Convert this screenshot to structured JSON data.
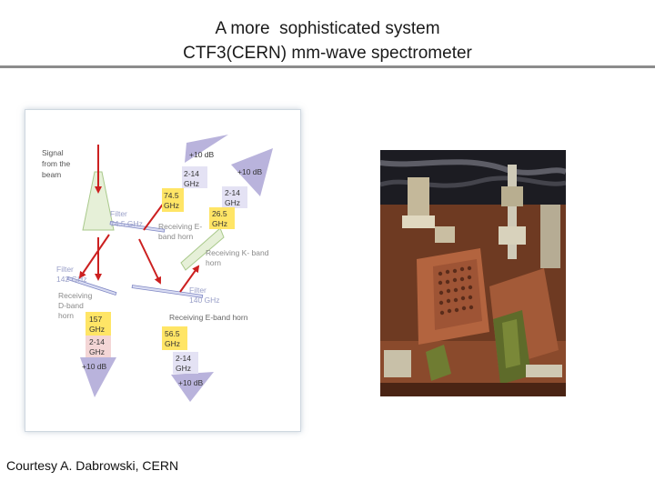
{
  "slide": {
    "title_line1": "A more  sophisticated system",
    "title_line2": "CTF3(CERN) mm-wave spectrometer",
    "caption": "Courtesy A. Dabrowski, CERN"
  },
  "diagram": {
    "signal": [
      "Signal",
      "from the",
      "beam"
    ],
    "filter_745": [
      "Filter",
      "74.5 GHz"
    ],
    "filter_142": [
      "Filter",
      "142 GHz"
    ],
    "filter_140": [
      "Filter",
      "140 GHz"
    ],
    "recv_eband_top": [
      "Receiving E-",
      "band horn"
    ],
    "recv_kband": [
      "Receiving K- band",
      "horn"
    ],
    "recv_dband": [
      "Receiving",
      "D-band",
      "horn"
    ],
    "recv_eband_bottom": "Receiving E-band horn",
    "box_745": [
      "74.5",
      "GHz"
    ],
    "box_214_a": [
      "2-14",
      "GHz"
    ],
    "box_214_b": [
      "2-14",
      "GHz"
    ],
    "box_265": [
      "26.5",
      "GHz"
    ],
    "box_157": [
      "157",
      "GHz"
    ],
    "box_214_c": [
      "2-14",
      "GHz"
    ],
    "box_565": [
      "56.5",
      "GHz"
    ],
    "box_214_d": [
      "2-14",
      "GHz"
    ],
    "amp_1": "+10 dB",
    "amp_2": "+10 dB",
    "amp_3": "+10 dB",
    "amp_4": "+10 dB"
  },
  "colors": {
    "arrow": "#cc2020",
    "amplifier": "#b9b3dc",
    "horn": "#e6f0d8",
    "yellow_box": "#ffe566",
    "pink_box": "#f4d6d6",
    "lilac_box": "#e4e2f4"
  }
}
